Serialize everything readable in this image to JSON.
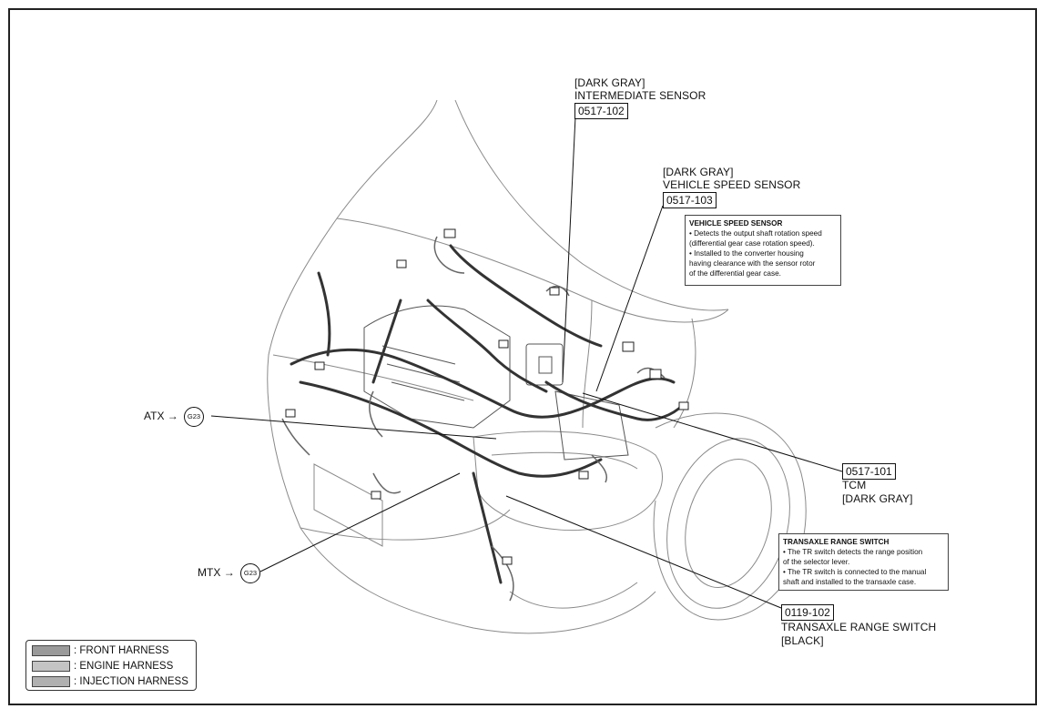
{
  "callouts": {
    "intermediate_sensor": {
      "color": "[DARK GRAY]",
      "name": "INTERMEDIATE SENSOR",
      "code": "0517-102"
    },
    "vehicle_speed_sensor": {
      "color": "[DARK GRAY]",
      "name": "VEHICLE SPEED SENSOR",
      "code": "0517-103"
    },
    "tcm": {
      "code": "0517-101",
      "name": "TCM",
      "color": "[DARK GRAY]"
    },
    "tr_switch": {
      "code": "0119-102",
      "name": "TRANSAXLE RANGE SWITCH",
      "color": "[BLACK]"
    }
  },
  "notes": {
    "vss": {
      "title": "VEHICLE SPEED SENSOR",
      "lines": [
        "• Detects the output shaft rotation speed",
        "(differential gear case rotation speed).",
        "• Installed to the converter housing",
        "having clearance with the sensor rotor",
        "of the differential gear case."
      ]
    },
    "trs": {
      "title": "TRANSAXLE RANGE SWITCH",
      "lines": [
        "• The TR switch detects the range position",
        "of the selector lever.",
        "• The TR switch is connected to the manual",
        "shaft and installed to the transaxle case."
      ]
    }
  },
  "grounds": {
    "atx": {
      "label": "ATX",
      "arrow": "→",
      "code": "G23"
    },
    "mtx": {
      "label": "MTX",
      "arrow": "→",
      "code": "G23"
    }
  },
  "legend": {
    "items": [
      {
        "label": ": FRONT HARNESS",
        "color": "#9a9a9a"
      },
      {
        "label": ": ENGINE HARNESS",
        "color": "#c4c4c4"
      },
      {
        "label": ": INJECTION HARNESS",
        "color": "#b0b0b0"
      }
    ]
  }
}
